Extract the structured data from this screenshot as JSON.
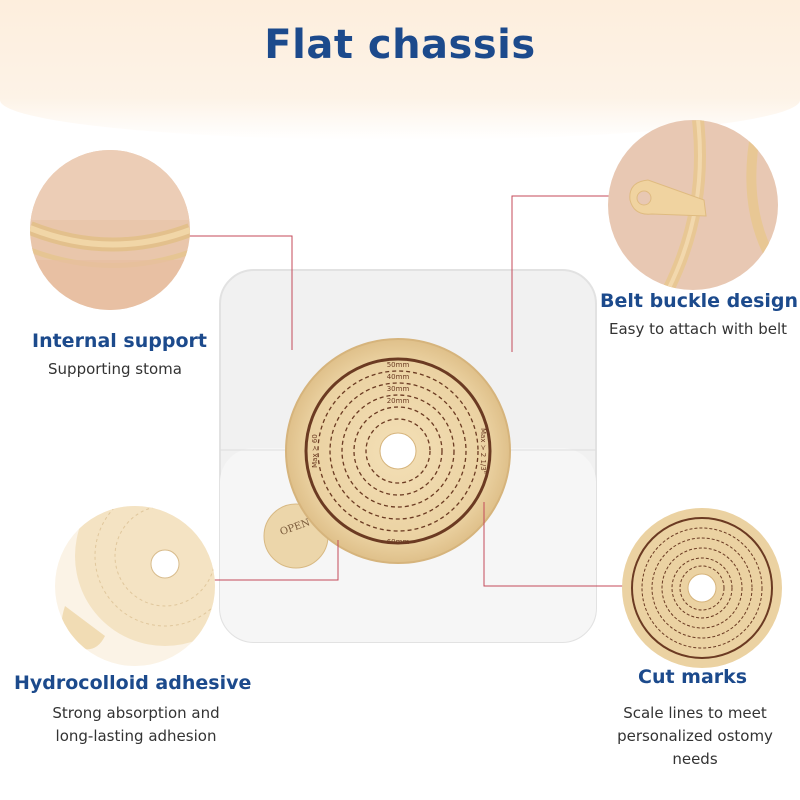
{
  "header": {
    "title": "Flat chassis"
  },
  "product": {
    "open_label": "OPEN",
    "ring_labels": [
      "60mm",
      "50mm",
      "40mm",
      "30mm",
      "20mm"
    ],
    "max_left": "Max ≻ 60",
    "max_right": "Max ≻ 2 1/3\""
  },
  "features": [
    {
      "title": "Internal support",
      "desc": "Supporting stoma"
    },
    {
      "title": "Belt buckle design",
      "desc": "Easy to attach with belt"
    },
    {
      "title": "Hydrocolloid adhesive",
      "desc": [
        "Strong absorption and",
        "long-lasting adhesion"
      ]
    },
    {
      "title": "Cut marks",
      "desc": [
        "Scale lines to meet",
        "personalized ostomy",
        "needs"
      ]
    }
  ],
  "colors": {
    "title": "#1c4a8c",
    "connector": "#c44a5a",
    "hydrocolloid": "#e9cf9e",
    "scale": "#6b3a22"
  }
}
